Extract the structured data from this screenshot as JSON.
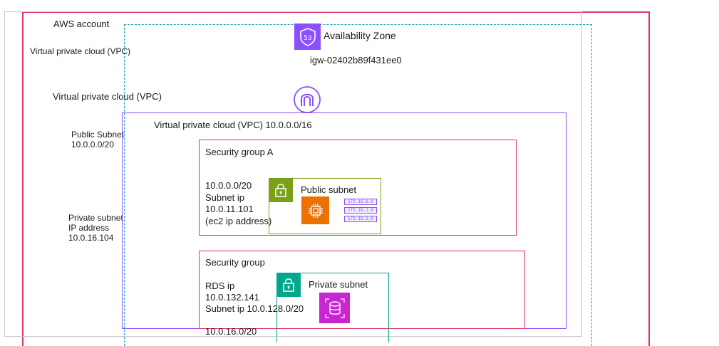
{
  "diagram": {
    "aws_account": {
      "label": "AWS account",
      "color": "#dd3464"
    },
    "availability_zone": {
      "label": "Availability Zone",
      "color": "#147eba"
    },
    "internet_gateway": {
      "id": "igw-02402b89f431ee0",
      "icon": "internet-gateway-icon",
      "color": "#8c4fff"
    },
    "region_icon": {
      "icon": "route53-shield-icon",
      "badge": "53",
      "color": "#8c4fff"
    },
    "labels": {
      "vpc_top": "Virtual private cloud (VPC)",
      "vpc_mid": "Virtual private cloud (VPC)",
      "public_subnet_line1": "Public Subnet",
      "public_subnet_line2": "10.0.0.0/20",
      "private_subnet_line1": "Private subnet",
      "private_subnet_line2": "IP address",
      "private_subnet_line3": "10.0.16.104"
    },
    "vpc": {
      "label": "Virtual private cloud (VPC) 10.0.0.0/16",
      "color": "#8c4fff"
    },
    "security_group_a": {
      "label": "Security group A",
      "line1": "10.0.0.0/20",
      "line2": "Subnet ip",
      "line3": "10.0.11.101",
      "line4": "(ec2 ip address)",
      "color": "#dd3464"
    },
    "public_subnet": {
      "label": "Public subnet",
      "lock_icon": "lock-icon",
      "compute_icon": "ec2-instance-icon",
      "color": "#7aa116",
      "ip_chips": [
        "172.16.0.0",
        "172.16.1.0",
        "172.16.2.0"
      ]
    },
    "security_group_b": {
      "label": "Security group",
      "line1": "RDS ip",
      "line2": "10.0.132.141",
      "line3": "Subnet ip 10.0.128.0/20",
      "line4": "10.0.16.0/20",
      "color": "#dd3464"
    },
    "private_subnet": {
      "label": "Private subnet",
      "lock_icon": "lock-icon",
      "db_icon": "rds-database-icon",
      "color": "#01a88d"
    }
  }
}
